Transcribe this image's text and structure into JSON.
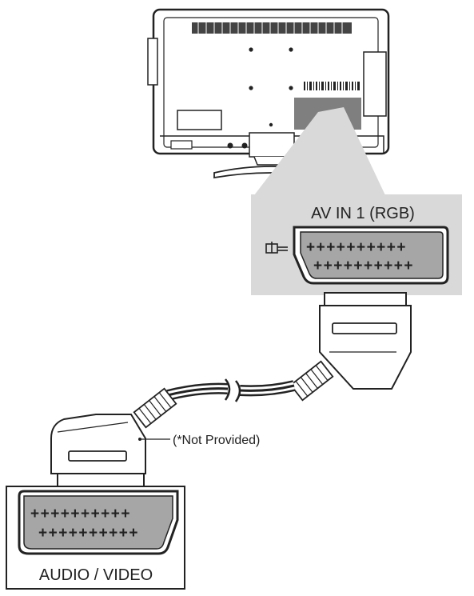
{
  "labels": {
    "av_in": "AV IN 1 (RGB)",
    "note": "(*Not Provided)",
    "device": "AUDIO / VIDEO"
  },
  "scart_pins": {
    "tv_row1": "++++++++++",
    "tv_row2": "++++++++++",
    "dev_row1": "++++++++++",
    "dev_row2": "++++++++++"
  },
  "colors": {
    "panel_grey": "#d9d9d9",
    "port_grey": "#7f7f7f",
    "line": "#222222"
  }
}
